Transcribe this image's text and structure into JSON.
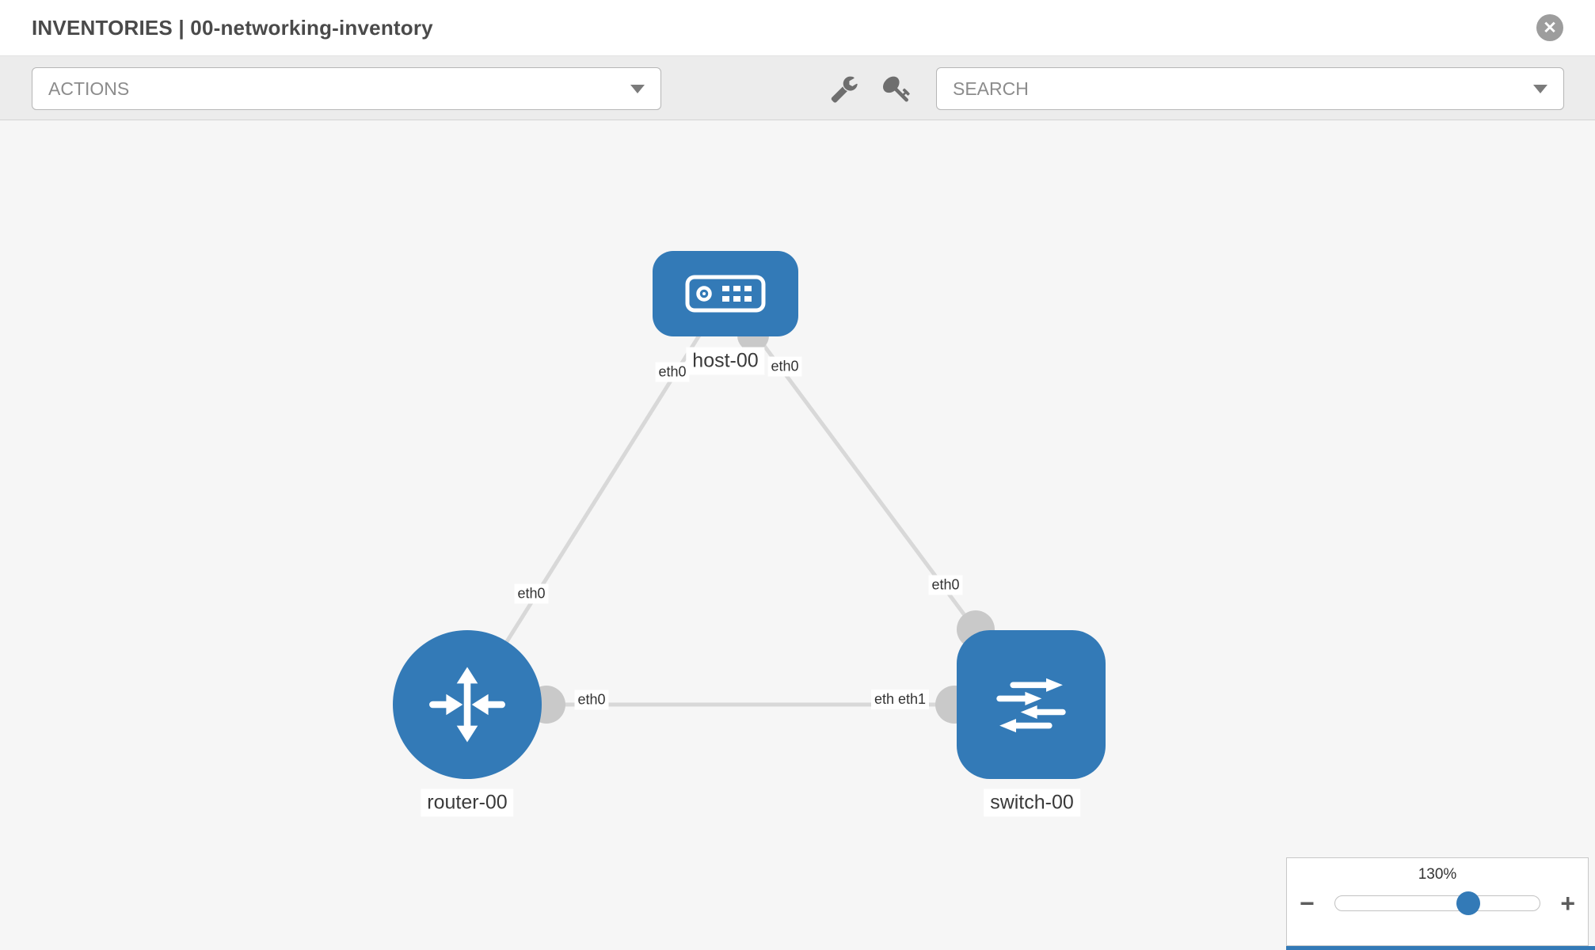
{
  "header": {
    "title": "INVENTORIES | 00-networking-inventory",
    "close_glyph": "✕"
  },
  "toolbar": {
    "actions_label": "ACTIONS",
    "search_label": "SEARCH",
    "icons": [
      "wrench-icon",
      "key-icon"
    ]
  },
  "topology": {
    "nodes": [
      {
        "id": "host-00",
        "label": "host-00",
        "type": "host"
      },
      {
        "id": "router-00",
        "label": "router-00",
        "type": "router"
      },
      {
        "id": "switch-00",
        "label": "switch-00",
        "type": "switch"
      }
    ],
    "links": [
      {
        "from": "host-00",
        "to": "router-00"
      },
      {
        "from": "host-00",
        "to": "switch-00"
      },
      {
        "from": "router-00",
        "to": "switch-00"
      }
    ],
    "interface_labels": [
      {
        "text": "eth0",
        "position": "host-side-left-link"
      },
      {
        "text": "eth0",
        "position": "host-side-right-link"
      },
      {
        "text": "eth0",
        "position": "router-side-top"
      },
      {
        "text": "eth0",
        "position": "switch-side-top"
      },
      {
        "text": "eth0",
        "position": "router-side-right"
      },
      {
        "text": "eth1",
        "position": "switch-side-left-back"
      },
      {
        "text": "eth1",
        "position": "switch-side-left-front"
      }
    ]
  },
  "zoom_control": {
    "level": "130%",
    "minus_label": "−",
    "plus_label": "+",
    "slider_position_percent": 65
  },
  "colors": {
    "node_fill": "#337ab7",
    "link_stroke": "#d8d8d8",
    "dot_fill": "#c9c9c9",
    "canvas_bg": "#f6f6f6",
    "accent": "#337ab7"
  }
}
